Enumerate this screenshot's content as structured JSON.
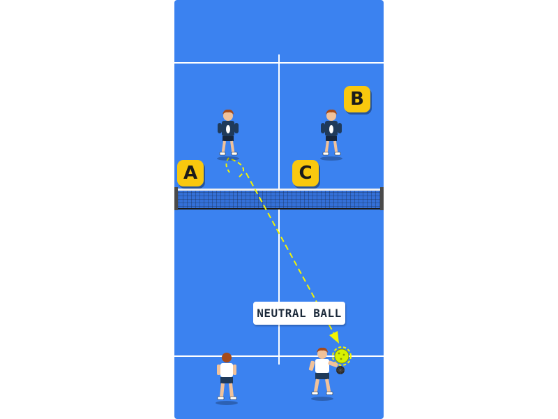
{
  "labels": {
    "player_a": "A",
    "player_b": "B",
    "player_c": "C",
    "shot_callout": "NEUTRAL BALL"
  },
  "colors": {
    "court": "#3b82f0",
    "lines": "#ffffff",
    "badge": "#f9c80e",
    "shot_path": "#f5f500",
    "ball": "#d8f000",
    "opponent_shirt": "#1f3a5a",
    "team_shirt": "#ffffff"
  },
  "icons": {
    "ball": "pickleball-ball-icon",
    "paddle": "paddle-icon"
  }
}
